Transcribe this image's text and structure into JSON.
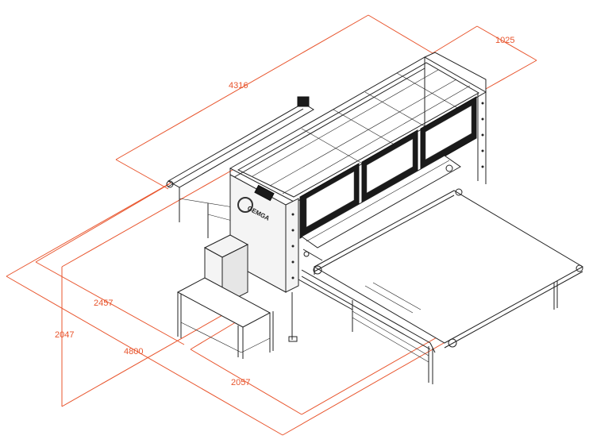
{
  "brand": {
    "logo_text": "GEMGA"
  },
  "dimensions": [
    {
      "id": "depth-top",
      "label": "4316"
    },
    {
      "id": "width-top",
      "label": "1025"
    },
    {
      "id": "depth-left",
      "label": "2457"
    },
    {
      "id": "height",
      "label": "2047"
    },
    {
      "id": "length-bottom",
      "label": "4800"
    },
    {
      "id": "table-width",
      "label": "2057"
    }
  ],
  "colors": {
    "dimension_line": "#e8542c",
    "machine_line": "#222222"
  }
}
